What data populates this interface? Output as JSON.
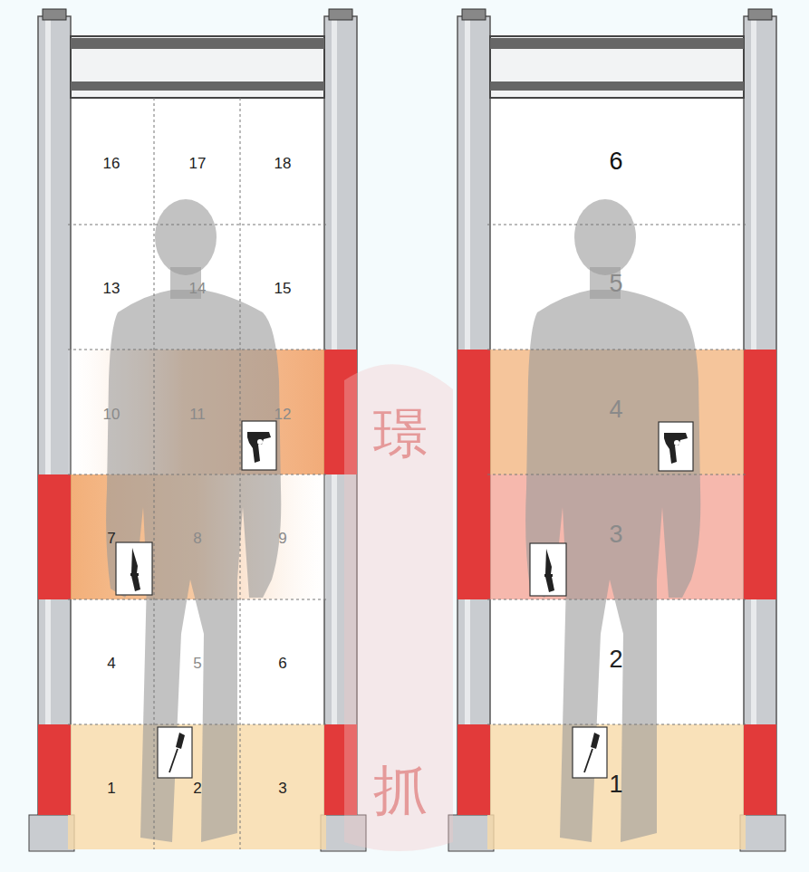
{
  "diagram": {
    "labels": [
      "16",
      "17",
      "18",
      "13",
      "14",
      "15",
      "10",
      "11",
      "12",
      "7",
      "8",
      "9",
      "4",
      "5",
      "6",
      "1",
      "2",
      "3",
      "6",
      "5",
      "4",
      "3",
      "2",
      "1",
      "璟",
      "抓"
    ]
  }
}
